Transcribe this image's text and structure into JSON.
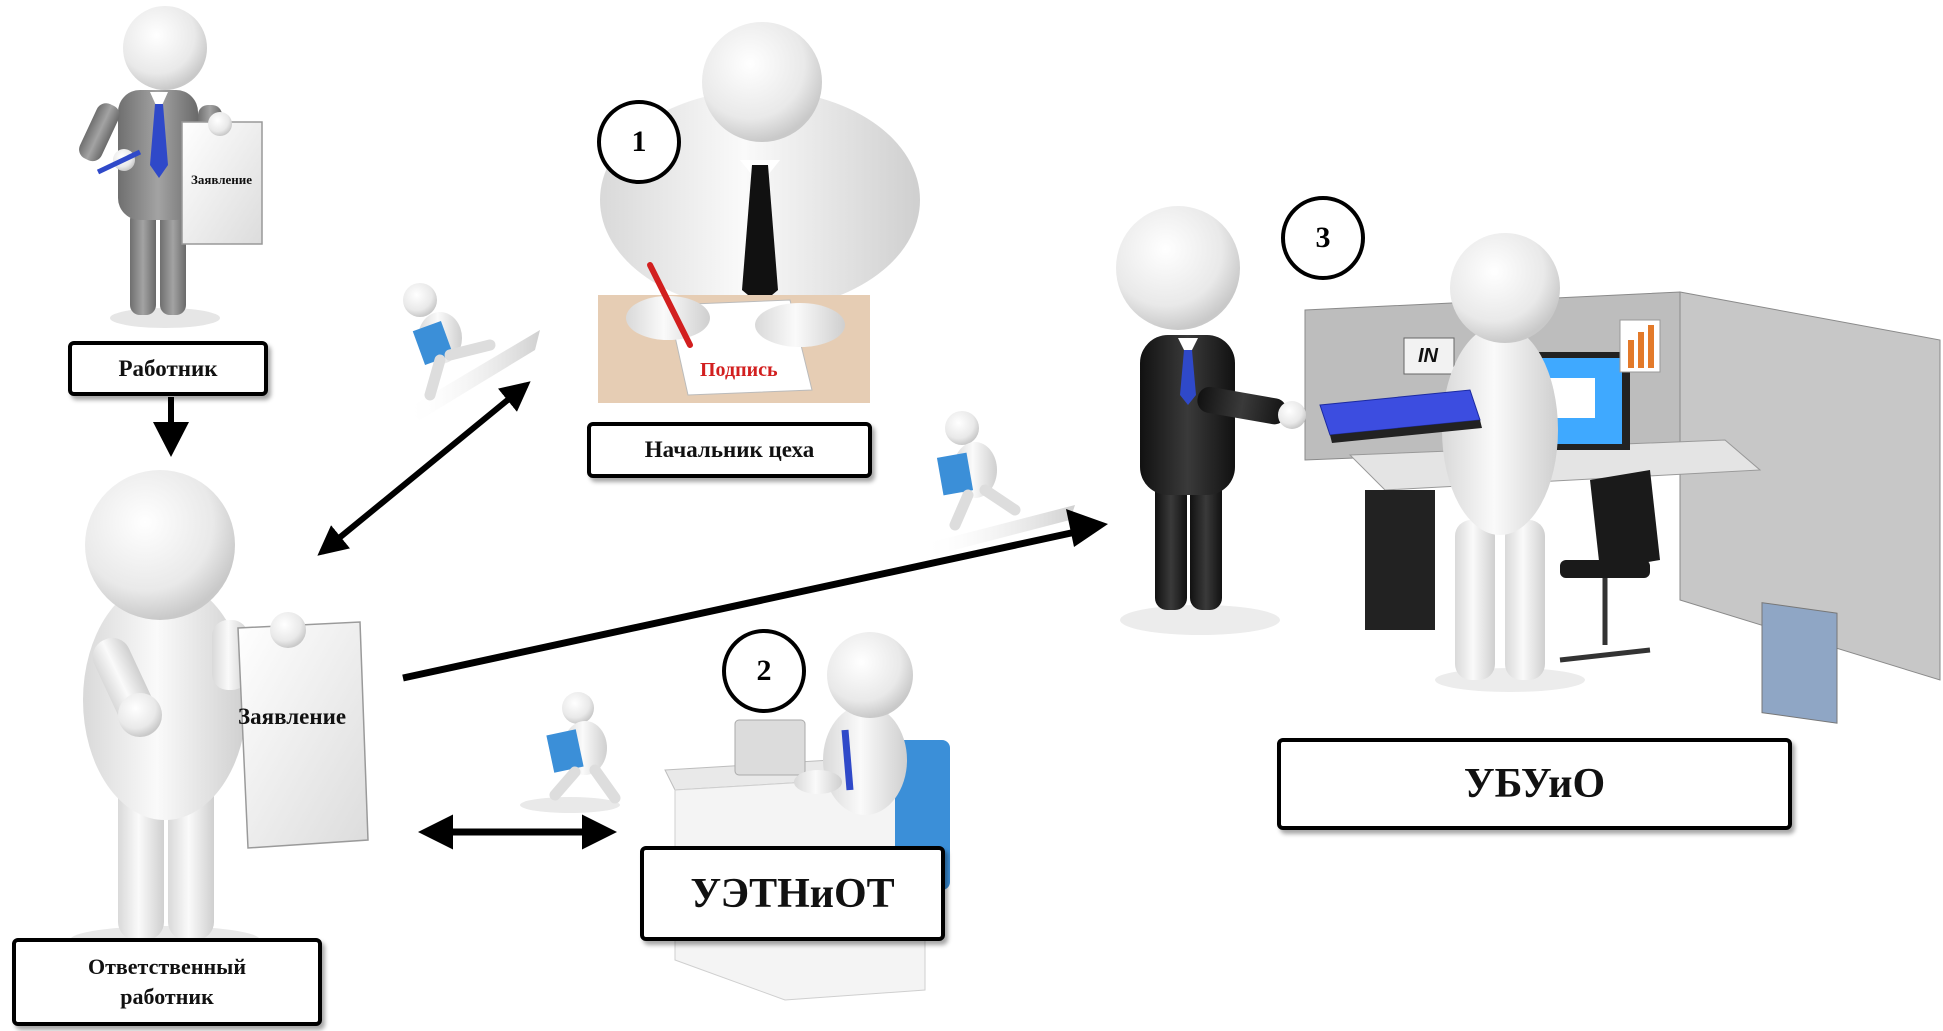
{
  "labels": {
    "worker": "Работник",
    "shop_head": "Начальник цеха",
    "responsible_worker": "Ответственный работник",
    "uetniot": "УЭТНиОТ",
    "ubuio": "УБУиО"
  },
  "steps": {
    "step1": "1",
    "step2": "2",
    "step3": "3"
  },
  "documents": {
    "worker_doc": "Заявление",
    "responsible_doc": "Заявление",
    "signature": "Подпись"
  },
  "monitor": {
    "in_tray": "IN"
  },
  "colors": {
    "figure_white": "#f2f2f2",
    "suit_gray": "#8a8a8a",
    "suit_black": "#222222",
    "tie_blue": "#2f49c9",
    "folder_blue": "#3b8fd8",
    "signature_red": "#d21f1f",
    "desk_tan": "#e6cdb4",
    "cubicle_gray": "#bdbdbd"
  }
}
